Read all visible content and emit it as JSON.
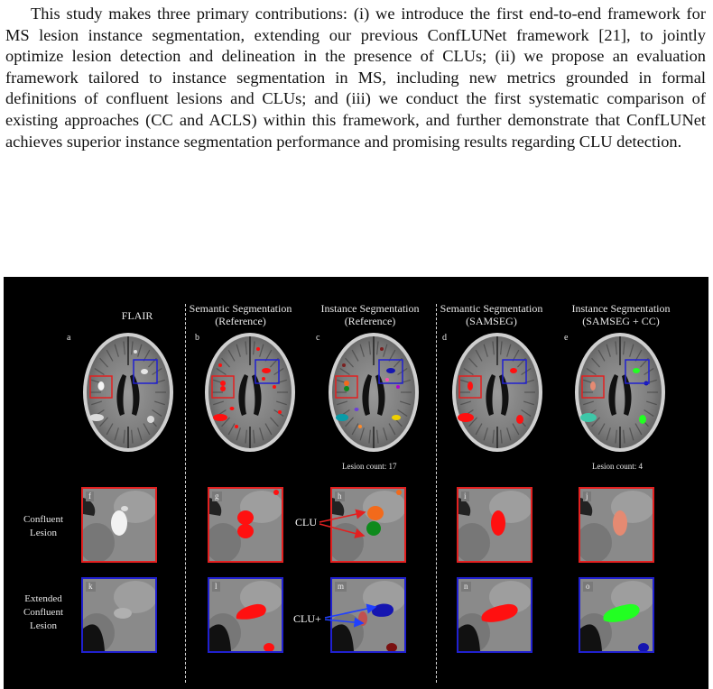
{
  "paragraph": "This study makes three primary contributions: (i) we introduce the first end-to-end framework for MS lesion instance segmentation, extending our previous ConfLUNet framework [21], to jointly optimize lesion detection and delineation in the presence of CLUs; (ii) we propose an evaluation framework tailored to instance segmentation in MS, including new metrics grounded in formal definitions of confluent lesions and CLUs; and (iii) we conduct the first systematic comparison of existing approaches (CC and ACLS) within this framework, and further demonstrate that ConfLUNet achieves superior instance segmentation performance and promising results regarding CLU detection.",
  "figure": {
    "columns": [
      {
        "title1": "FLAIR",
        "title2": ""
      },
      {
        "title1": "Semantic Segmentation",
        "title2": "(Reference)"
      },
      {
        "title1": "Instance Segmentation",
        "title2": "(Reference)"
      },
      {
        "title1": "Semantic Segmentation",
        "title2": "(SAMSEG)"
      },
      {
        "title1": "Instance Segmentation",
        "title2": "(SAMSEG + CC)"
      }
    ],
    "panel_letters_top": [
      "a",
      "b",
      "c",
      "d",
      "e"
    ],
    "lesion_counts": {
      "c": "Lesion count: 17",
      "e": "Lesion count: 4"
    },
    "row_labels": {
      "confluent": [
        "Confluent",
        "Lesion"
      ],
      "extended": [
        "Extended",
        "Confluent",
        "Lesion"
      ]
    },
    "zoom_letters_red": [
      "f",
      "g",
      "h",
      "i",
      "j"
    ],
    "zoom_letters_blue": [
      "k",
      "l",
      "m",
      "n",
      "o"
    ],
    "arrow_labels": {
      "clu": "CLU",
      "clu_plus": "CLU+"
    },
    "colors": {
      "red_box": "#e32020",
      "blue_box": "#2020d0",
      "lesion_red": "#ff1010",
      "lesion_orange": "#f26a1b",
      "lesion_green": "#0e8a1c",
      "lesion_salmon": "#e58a72",
      "lesion_navy": "#1515b0",
      "lesion_lime": "#22ff22"
    }
  }
}
